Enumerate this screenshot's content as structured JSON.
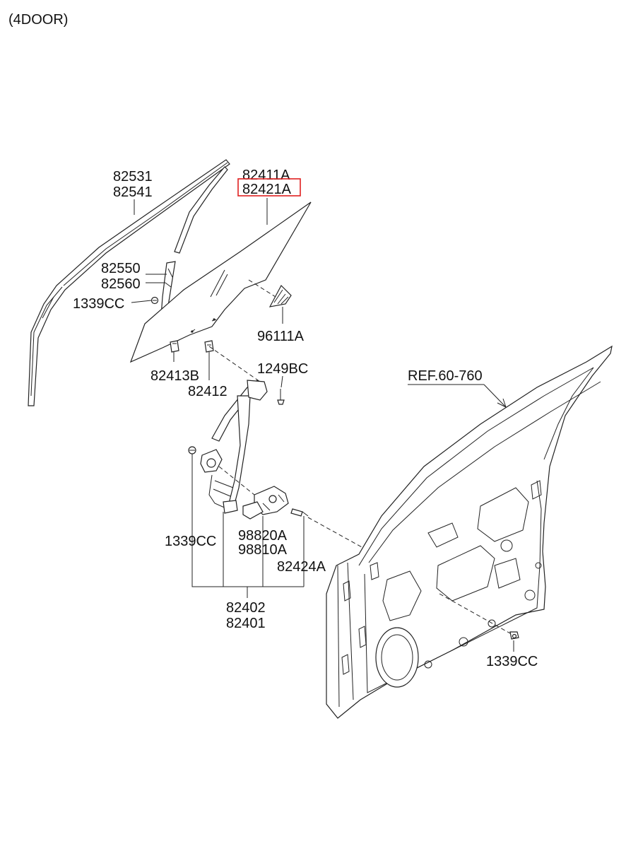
{
  "header": {
    "variant": "(4DOOR)"
  },
  "callouts": {
    "c82531": "82531",
    "c82541": "82541",
    "c82411A": "82411A",
    "c82421A": "82421A",
    "c82550": "82550",
    "c82560": "82560",
    "c1339CC_top": "1339CC",
    "c96111A": "96111A",
    "c82413B": "82413B",
    "c82412": "82412",
    "c1249BC": "1249BC",
    "cREF": "REF.60-760",
    "c1339CC_mid": "1339CC",
    "c98820A": "98820A",
    "c98810A": "98810A",
    "c82424A": "82424A",
    "c82402": "82402",
    "c82401": "82401",
    "c1339CC_right": "1339CC"
  },
  "highlight": {
    "part": "82421A",
    "color": "#e02020"
  },
  "colors": {
    "line": "#222222",
    "text": "#111111",
    "background": "#ffffff"
  }
}
